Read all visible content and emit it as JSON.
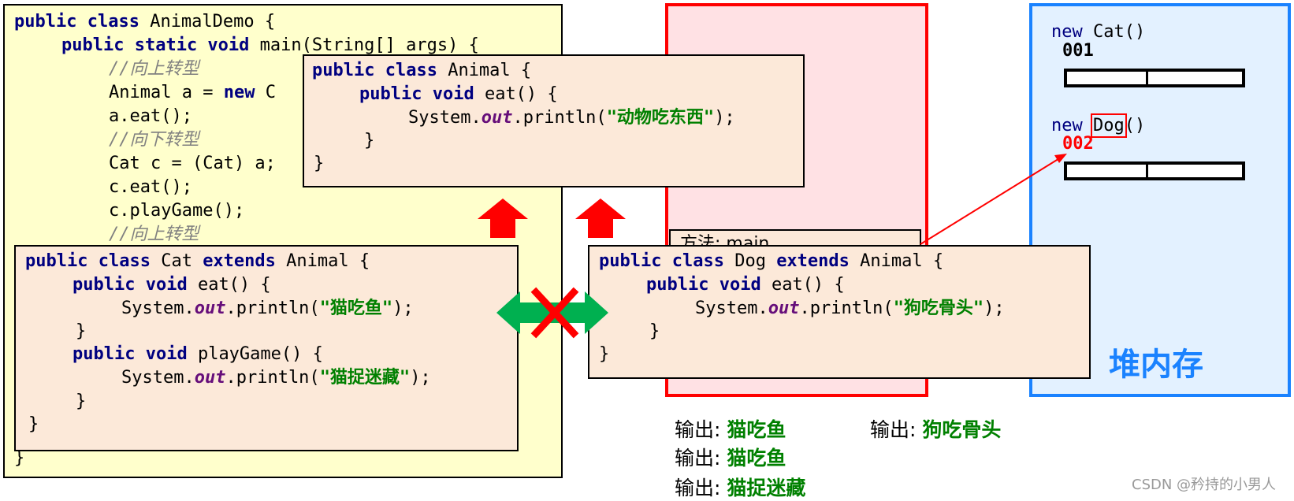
{
  "main": {
    "line1": {
      "kw": "public class",
      "rest": " AnimalDemo {"
    },
    "line2": {
      "kw": "public static void",
      "rest": " main(String[] args) {"
    },
    "line3": "//向上转型",
    "line4": {
      "pre": "Animal a = ",
      "kw": "new",
      "rest": " C"
    },
    "line5": "a.eat();",
    "line6": "//向下转型",
    "line7": "Cat c = (Cat) a;",
    "line8": "c.eat();",
    "line9": "c.playGame();",
    "line10": "//向上转型",
    "line_last": "}"
  },
  "animal_class": {
    "l1_kw": "public class",
    "l1_rest": " Animal {",
    "l2_kw": "public void",
    "l2_rest": " eat() {",
    "l3_pre": "System.",
    "l3_out": "out",
    "l3_mid": ".println(",
    "l3_str": "\"动物吃东西\"",
    "l3_end": ");",
    "l4": "}",
    "l5": "}"
  },
  "cat_class": {
    "l1_kw": "public class",
    "l1_mid": " Cat ",
    "l1_kw2": "extends",
    "l1_rest": " Animal {",
    "l2_kw": "public void",
    "l2_rest": " eat() {",
    "l3_pre": "System.",
    "l3_out": "out",
    "l3_mid": ".println(",
    "l3_str": "\"猫吃鱼\"",
    "l3_end": ");",
    "l4": "}",
    "l5_kw": "public void",
    "l5_rest": " playGame() {",
    "l6_pre": "System.",
    "l6_out": "out",
    "l6_mid": ".println(",
    "l6_str": "\"猫捉迷藏\"",
    "l6_end": ");",
    "l7": "}",
    "l8": "}"
  },
  "dog_class": {
    "l1_kw": "public class",
    "l1_mid": " Dog ",
    "l1_kw2": "extends",
    "l1_rest": " Animal {",
    "l2_kw": "public void",
    "l2_rest": " eat() {",
    "l3_pre": "System.",
    "l3_out": "out",
    "l3_mid": ".println(",
    "l3_str": "\"狗吃骨头\"",
    "l3_end": ");",
    "l4": "}",
    "l5": "}"
  },
  "stack": {
    "method_label": "方法: main"
  },
  "heap": {
    "obj1_kw": "new",
    "obj1_rest": " Cat()",
    "obj1_addr": "001",
    "obj2_kw": "new",
    "obj2_class": "Dog",
    "obj2_rest": "()",
    "obj2_addr": "002",
    "title": "堆内存"
  },
  "outputs": [
    {
      "label": "输出:",
      "value": "猫吃鱼"
    },
    {
      "label": "输出:",
      "value": "猫吃鱼"
    },
    {
      "label": "输出:",
      "value": "猫捉迷藏"
    },
    {
      "label": "输出:",
      "value": "狗吃骨头"
    }
  ],
  "watermark": "CSDN @矜持的小男人",
  "colors": {
    "keyword": "#000080",
    "string": "#008000",
    "static_field": "#660e7a",
    "comment": "#808080",
    "stack_border": "#ff0000",
    "heap_border": "#1a82ff",
    "arrow_up": "#ff0000",
    "arrow_double": "#00b050"
  }
}
